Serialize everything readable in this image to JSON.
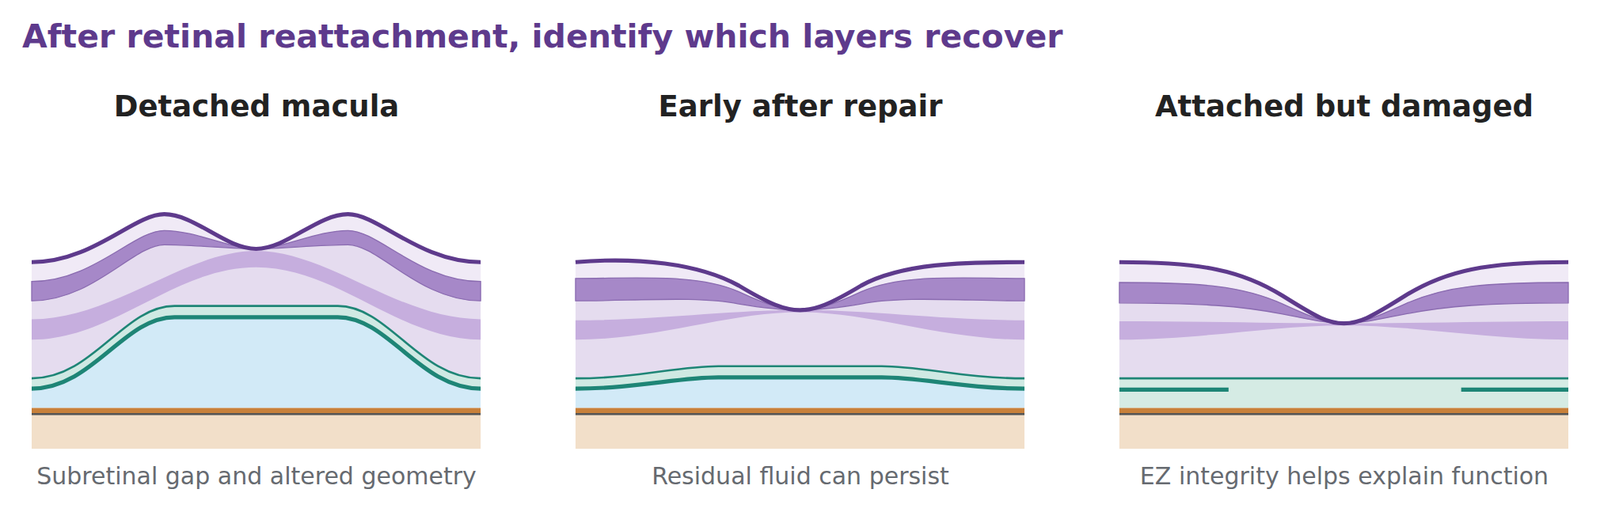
{
  "diagram": {
    "title": "After retinal reattachment, identify which layers recover",
    "labels": [
      "Detached macula",
      "Early after repair",
      "Attached but damaged",
      "Subretinal gap and altered geometry",
      "Residual fluid can persist",
      "EZ integrity helps explain function"
    ]
  }
}
